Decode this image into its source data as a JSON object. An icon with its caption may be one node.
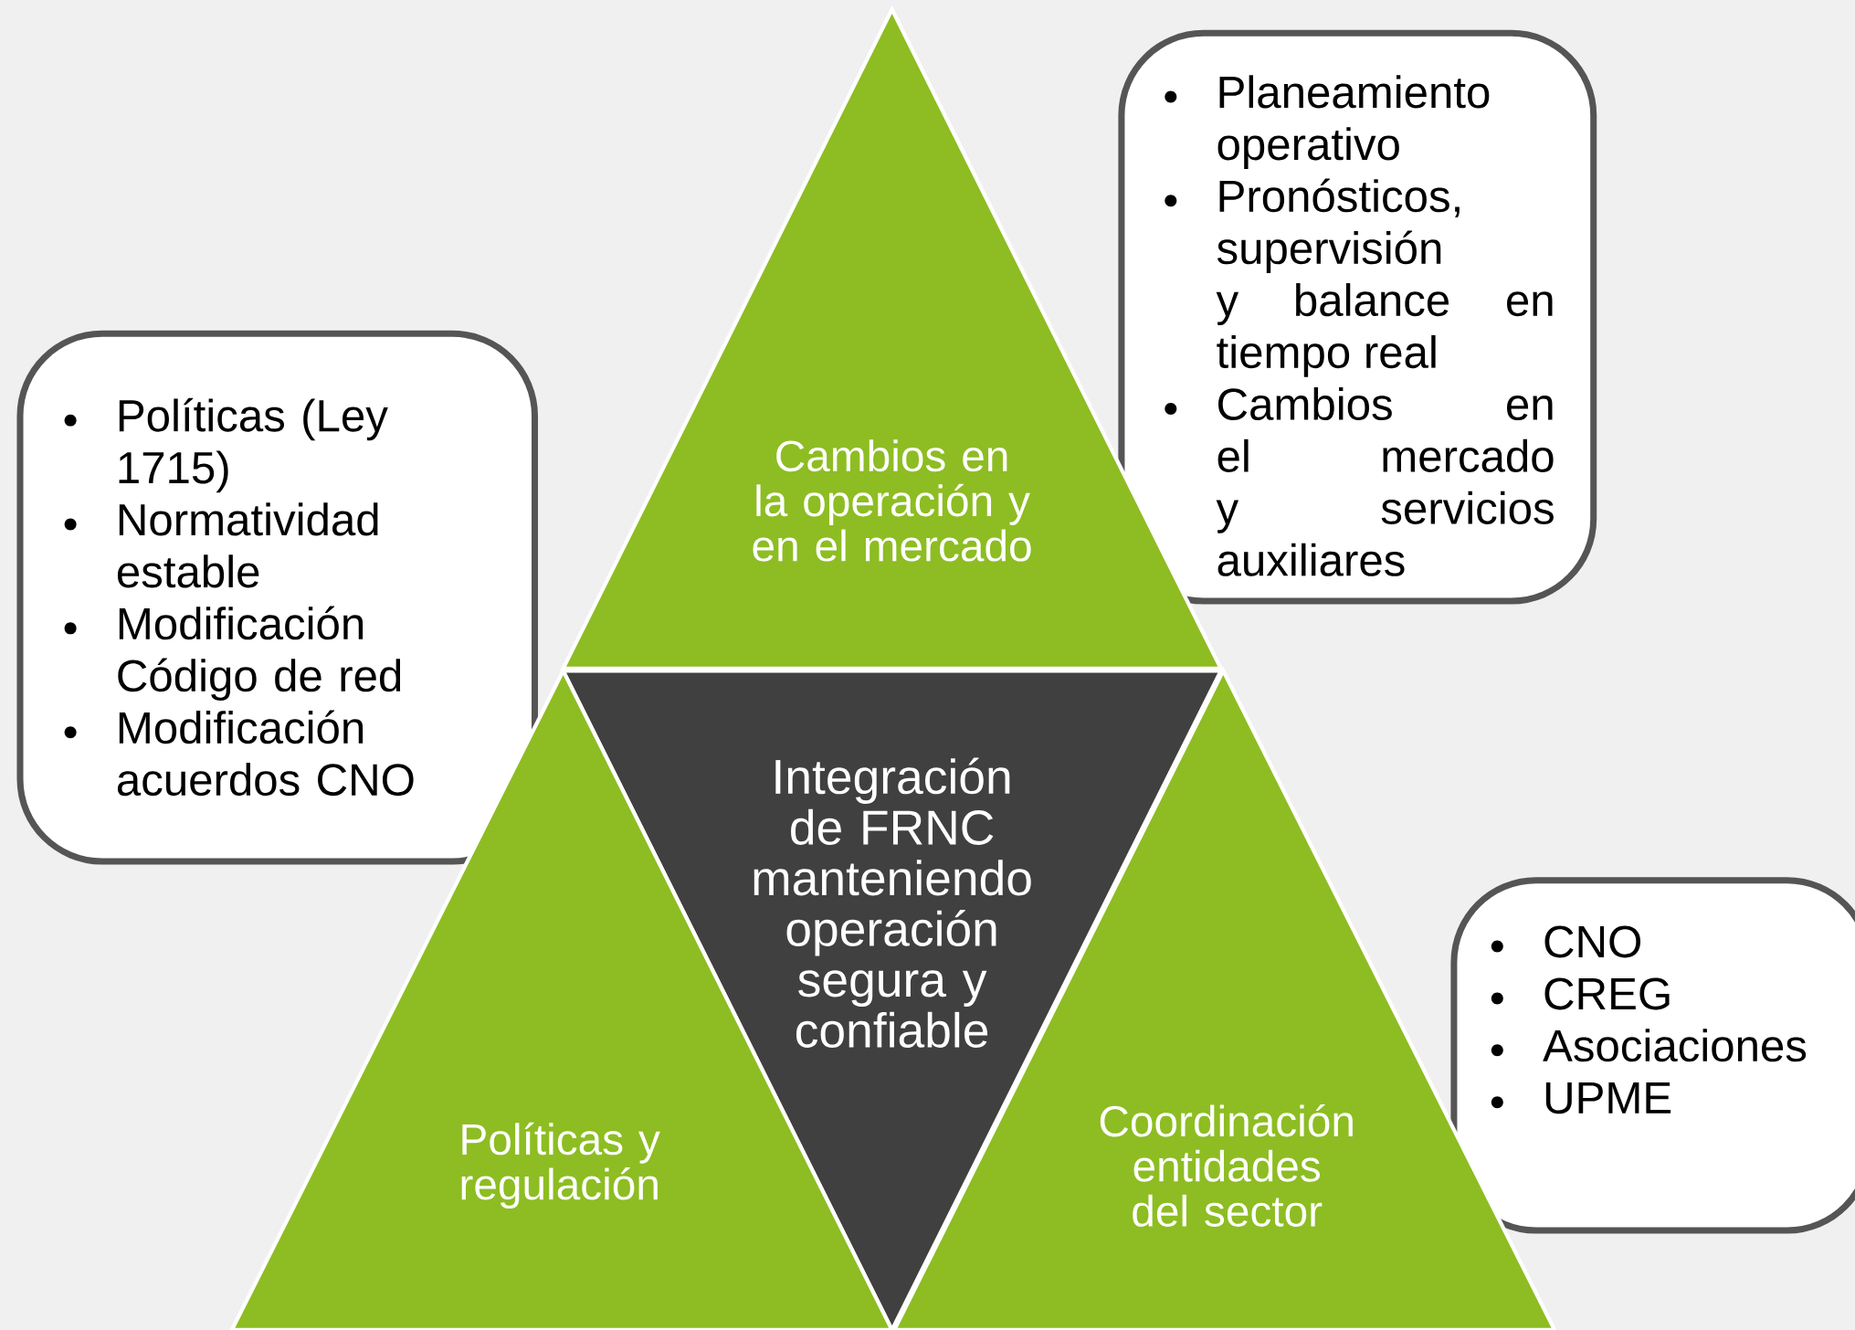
{
  "diagram": {
    "nodes": [
      {
        "text": [
          "Cambios en la operación y en el mercado"
        ]
      },
      {
        "text": [
          "Planeamiento operativo",
          "Pronósticos, supervisión y balance en tiempo real",
          "Cambios en el mercado y servicios auxiliares"
        ]
      },
      {
        "text": [
          "Políticas (Ley 1715)",
          "Normatividad estable",
          "Modificación Código de red",
          "Modificación acuerdos CNO"
        ]
      },
      {
        "text": [
          "Integración de FRNC manteniendo operación segura y confiable"
        ]
      },
      {
        "text": [
          "Políticas y regulación"
        ]
      },
      {
        "text": [
          "Coordinación entidades del sector"
        ]
      },
      {
        "text": [
          "CNO",
          "CREG",
          "Asociaciones",
          "UPME"
        ]
      }
    ]
  }
}
